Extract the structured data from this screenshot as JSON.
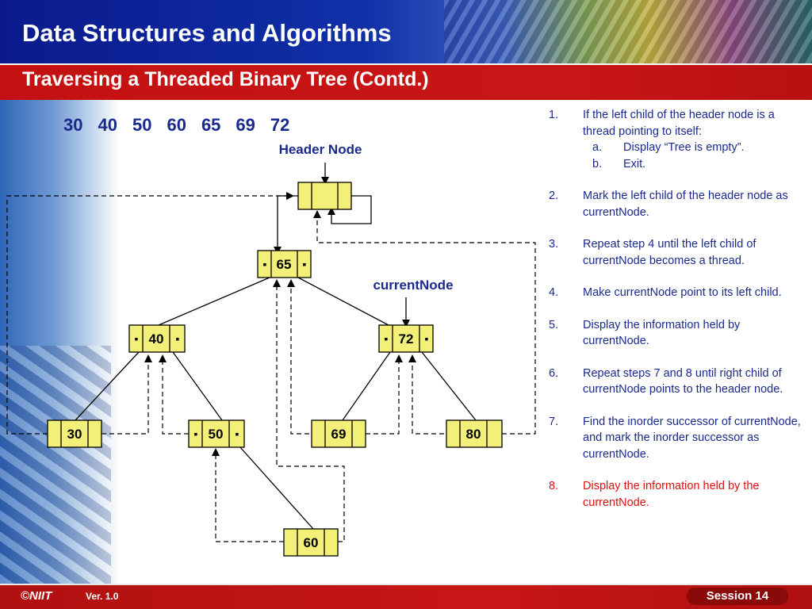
{
  "app_title": "Data Structures and Algorithms",
  "slide_title": "Traversing a Threaded Binary Tree (Contd.)",
  "traversal_output": [
    "30",
    "40",
    "50",
    "60",
    "65",
    "69",
    "72"
  ],
  "labels": {
    "header_node": "Header Node",
    "current_node": "currentNode"
  },
  "nodes": {
    "n65": "65",
    "n40": "40",
    "n72": "72",
    "n30": "30",
    "n50": "50",
    "n69": "69",
    "n80": "80",
    "n60": "60"
  },
  "thread_marker": "▪",
  "steps": [
    {
      "num": "1.",
      "text": "If the left child of the header node is a thread pointing to itself:",
      "sub": [
        {
          "num": "a.",
          "text": "Display “Tree is empty”."
        },
        {
          "num": "b.",
          "text": "Exit."
        }
      ]
    },
    {
      "num": "2.",
      "text": "Mark the left child of the header node as currentNode."
    },
    {
      "num": "3.",
      "text": "Repeat step 4 until the left child of currentNode becomes a thread."
    },
    {
      "num": "4.",
      "text": "Make currentNode point to its left child."
    },
    {
      "num": "5.",
      "text": "Display the information held by currentNode."
    },
    {
      "num": "6.",
      "text": "Repeat steps 7 and 8 until right child of currentNode points to the header node."
    },
    {
      "num": "7.",
      "text": "Find the inorder successor of currentNode, and mark the inorder successor as currentNode."
    },
    {
      "num": "8.",
      "text": "Display the information held by the currentNode."
    }
  ],
  "footer": {
    "logo": "©NIIT",
    "version": "Ver.  1.0",
    "session": "Session 14"
  },
  "colors": {
    "node_fill": "#f3f07a",
    "title_band": "#1030a8",
    "subtitle_band": "#c81616",
    "text_blue": "#1a2a8c",
    "highlight_red": "#dd1111"
  }
}
